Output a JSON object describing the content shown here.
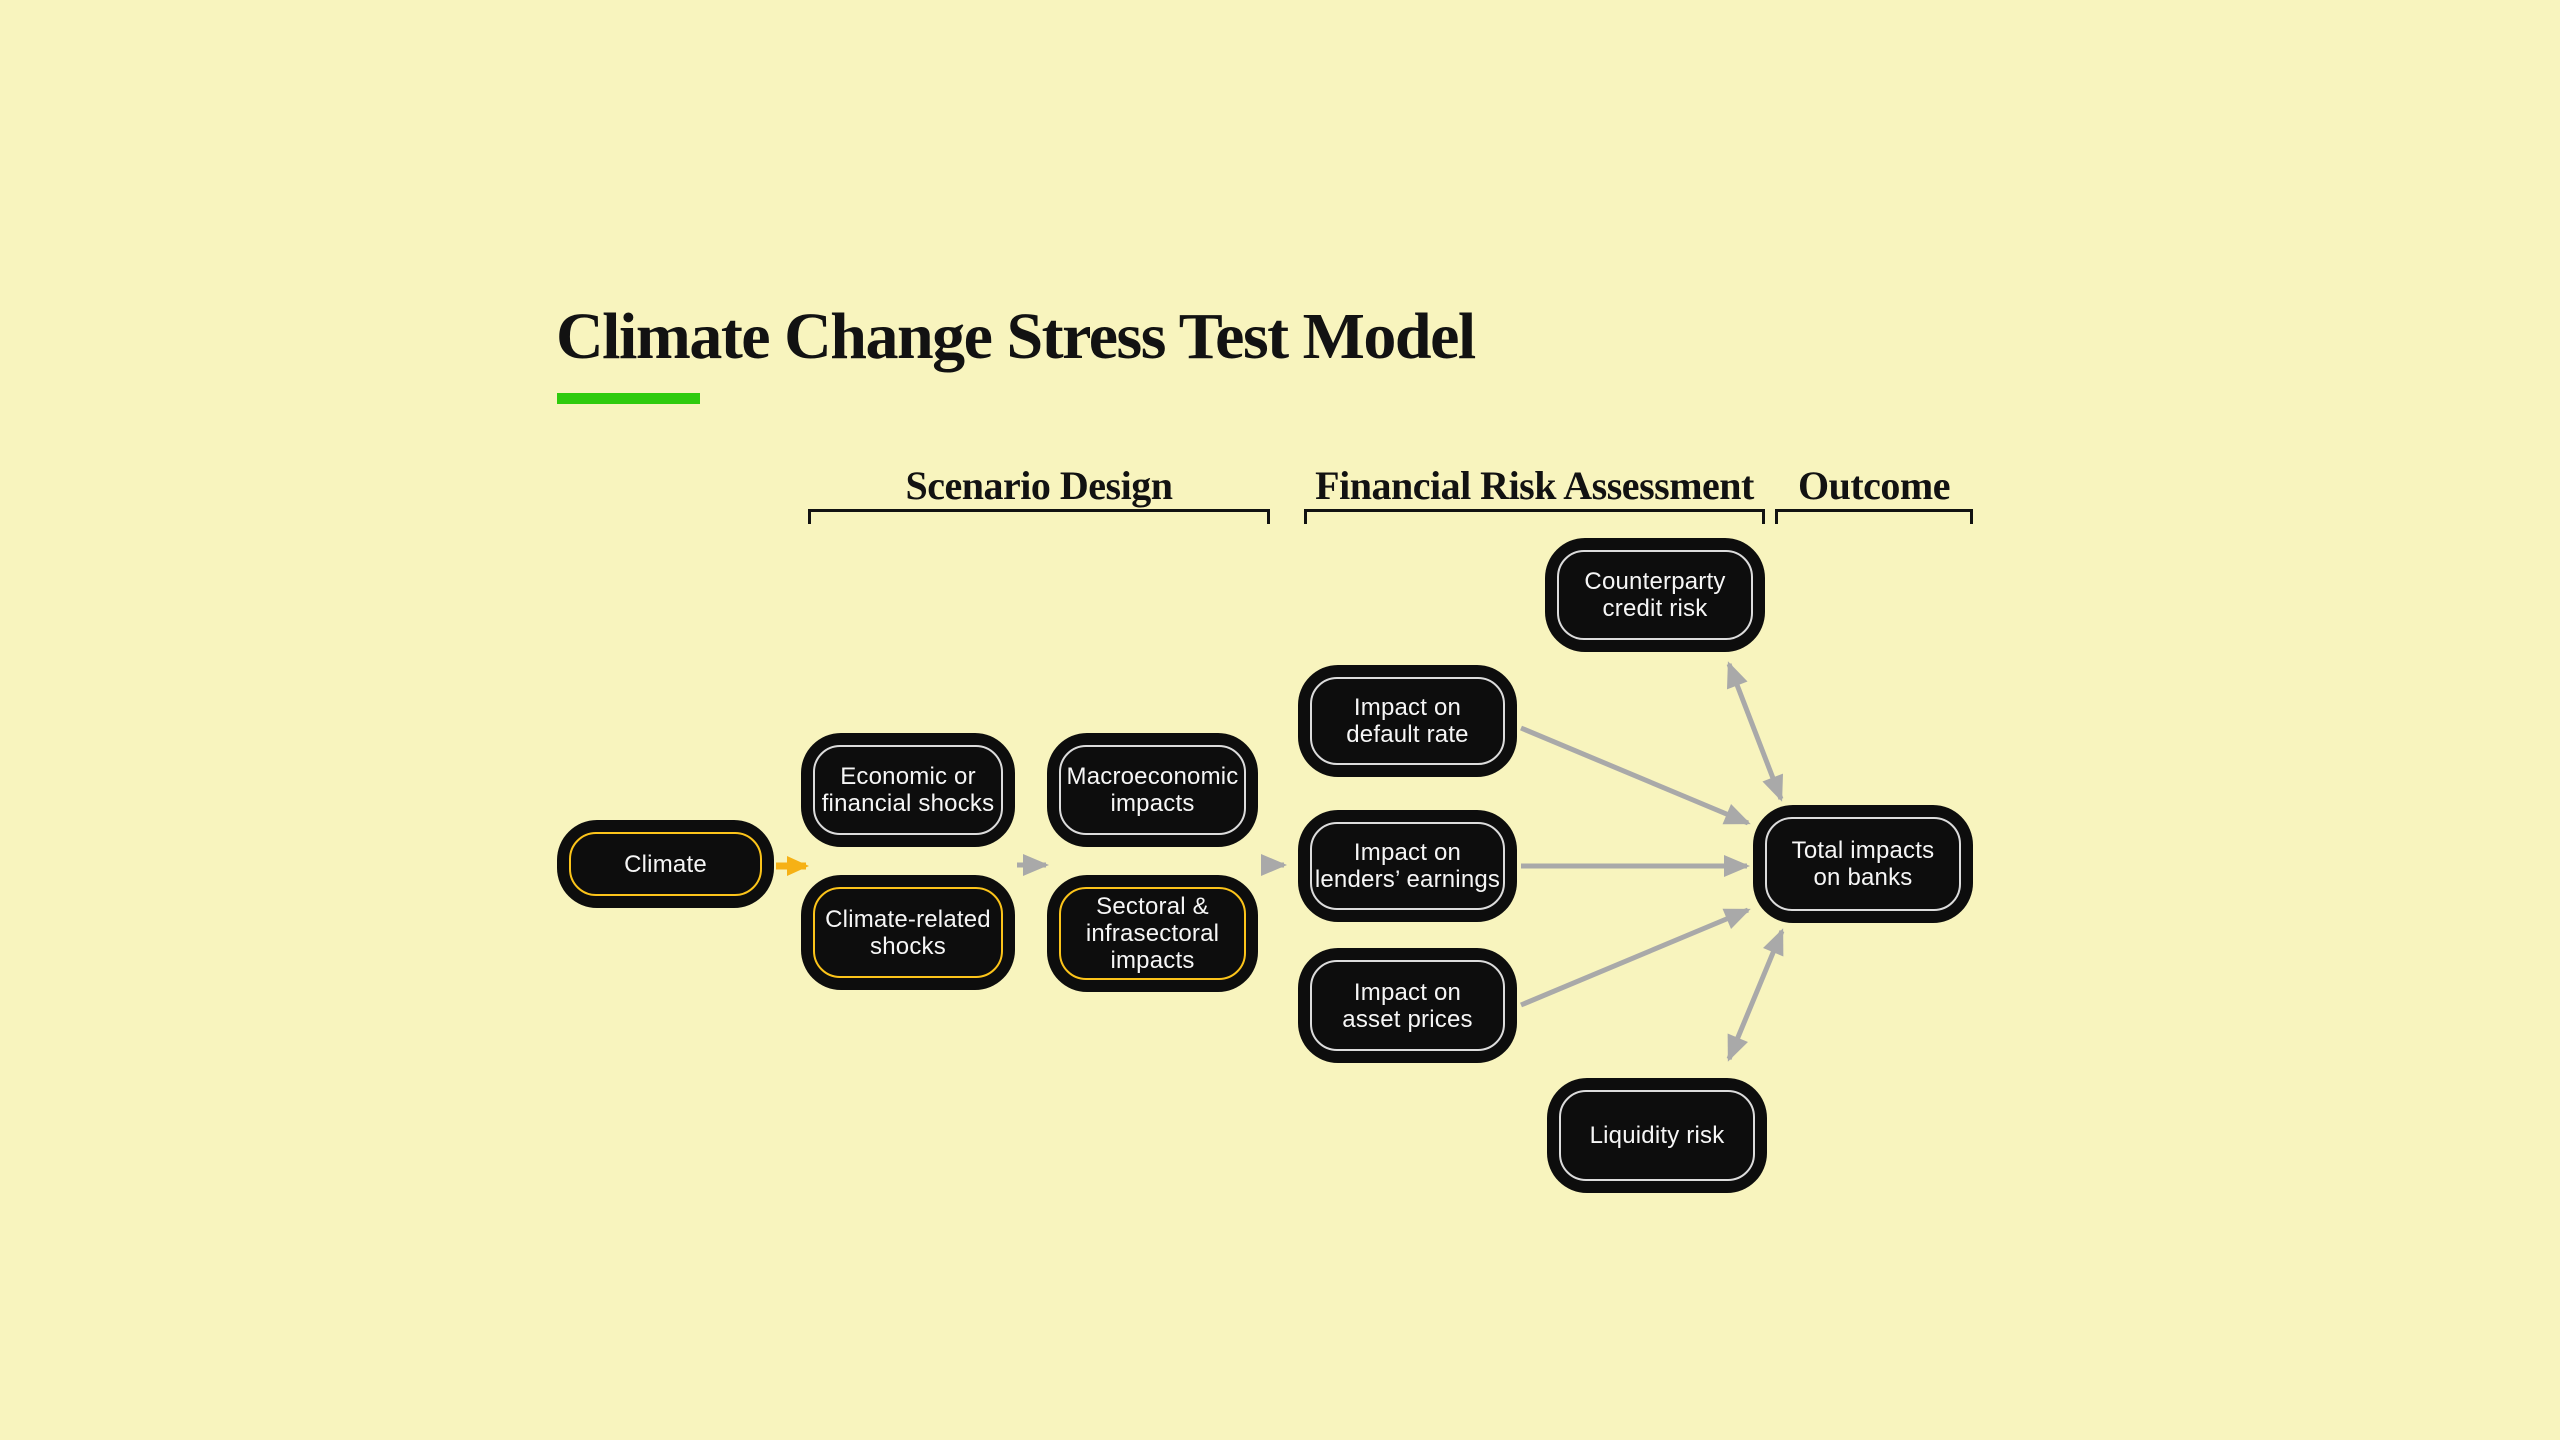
{
  "title": {
    "text": "Climate Change Stress Test Model"
  },
  "colors": {
    "background": "#f8f4be",
    "box-black": "#0d0d0d",
    "text-light": "#f6f6f6",
    "border-white": "#dcdcdc",
    "border-yellow": "#fcc41a",
    "arrow-yellow": "#f6b115",
    "arrow-gray": "#a9a9a9",
    "accent-green": "#2fcb0e",
    "title-ink": "#121212"
  },
  "groups": [
    {
      "id": "scenario-design",
      "label": "Scenario Design"
    },
    {
      "id": "financial-risk-assessment",
      "label": "Financial Risk Assessment"
    },
    {
      "id": "outcome",
      "label": "Outcome"
    }
  ],
  "nodes": [
    {
      "id": "climate",
      "label": "Climate",
      "border": "yellow"
    },
    {
      "id": "economic-shocks",
      "label": "Economic or\nfinancial shocks",
      "border": "white"
    },
    {
      "id": "climate-shocks",
      "label": "Climate-related\nshocks",
      "border": "yellow"
    },
    {
      "id": "macro-impacts",
      "label": "Macroeconomic\nimpacts",
      "border": "white"
    },
    {
      "id": "sectoral-impacts",
      "label": "Sectoral &\ninfrasectoral\nimpacts",
      "border": "yellow"
    },
    {
      "id": "default-rate",
      "label": "Impact on\ndefault rate",
      "border": "white"
    },
    {
      "id": "lenders-earnings",
      "label": "Impact on\nlenders’ earnings",
      "border": "white"
    },
    {
      "id": "asset-prices",
      "label": "Impact on\nasset prices",
      "border": "white"
    },
    {
      "id": "counterparty-risk",
      "label": "Counterparty\ncredit risk",
      "border": "white"
    },
    {
      "id": "liquidity-risk",
      "label": "Liquidity risk",
      "border": "white"
    },
    {
      "id": "total-impacts",
      "label": "Total impacts\non banks",
      "border": "white"
    }
  ],
  "edges": [
    {
      "from": "climate",
      "to": "shock-row-gap",
      "color": "yellow",
      "bidirectional": false
    },
    {
      "from": "shock-row",
      "to": "impacts-row",
      "color": "gray",
      "bidirectional": false
    },
    {
      "from": "impacts-row",
      "to": "risk-row",
      "color": "gray",
      "bidirectional": false
    },
    {
      "from": "default-rate",
      "to": "total-impacts",
      "color": "gray",
      "bidirectional": false
    },
    {
      "from": "lenders-earnings",
      "to": "total-impacts",
      "color": "gray",
      "bidirectional": false
    },
    {
      "from": "asset-prices",
      "to": "total-impacts",
      "color": "gray",
      "bidirectional": false
    },
    {
      "from": "total-impacts",
      "to": "counterparty-risk",
      "color": "gray",
      "bidirectional": true
    },
    {
      "from": "total-impacts",
      "to": "liquidity-risk",
      "color": "gray",
      "bidirectional": true
    }
  ]
}
